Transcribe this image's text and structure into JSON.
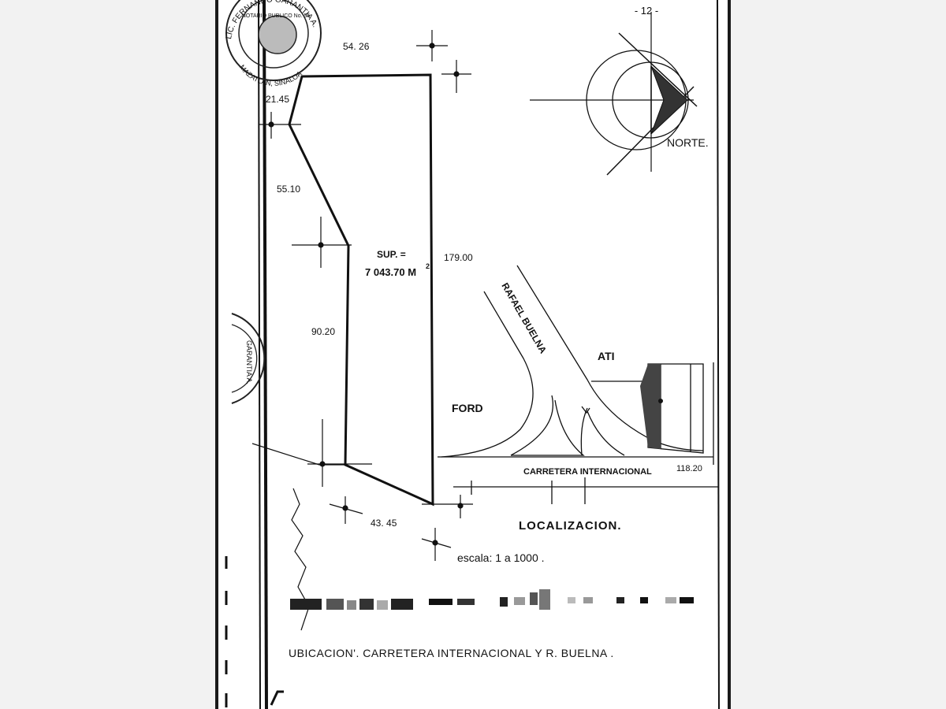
{
  "page_number": "- 12 -",
  "seal": {
    "top_text": "LIC. FERNANDO GARANTIA A.",
    "notary_text": "NOTARIO PUBLICO No. 55",
    "bottom_text": "MAZATLAN, SINALOA",
    "side_text": "GARANTIA A."
  },
  "measurements": {
    "top": "54. 26",
    "upper_left": "21.45",
    "left_diagonal": "55.10",
    "right": "179.00",
    "left_lower": "90.20",
    "bottom": "43. 45",
    "road_right": "118.20"
  },
  "area": {
    "label": "SUP. =",
    "value": "7 043.70 M",
    "unit_exp": "2"
  },
  "compass": {
    "label": "NORTE."
  },
  "map_labels": {
    "street_diagonal": "RAFAEL BUELNA",
    "ati": "ATI",
    "ford": "FORD",
    "highway": "CARRETERA INTERNACIONAL"
  },
  "title": "LOCALIZACION.",
  "scale": "escala: 1 a 1000 .",
  "location": "UBICACION'. CARRETERA INTERNACIONAL Y R. BUELNA ."
}
